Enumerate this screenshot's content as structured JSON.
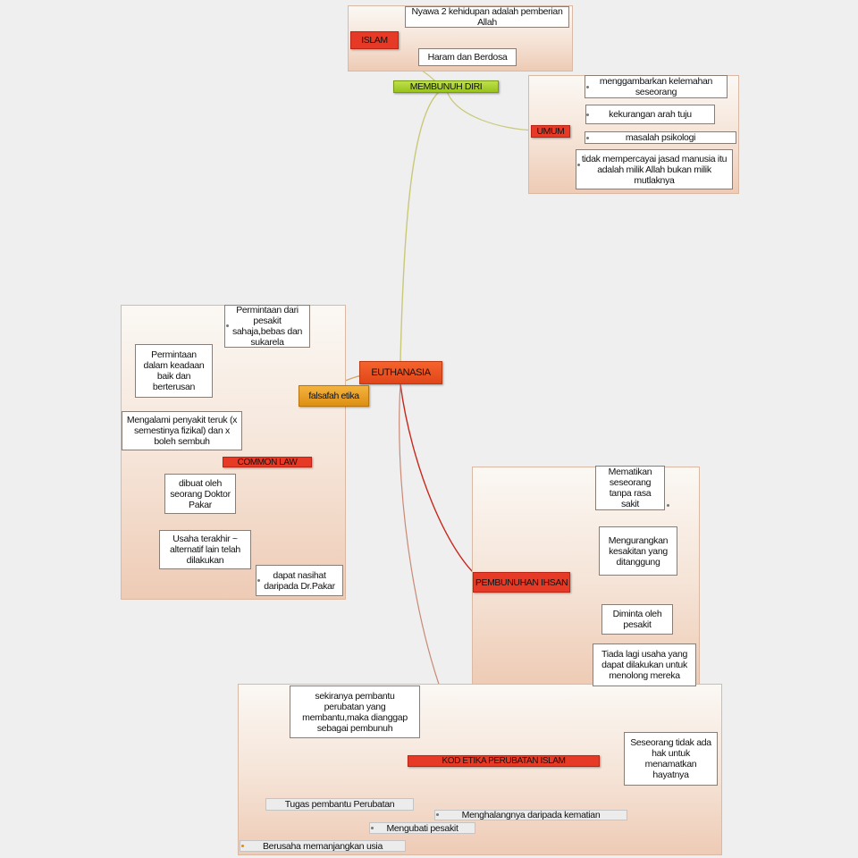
{
  "center": "EUTHANASIA",
  "membunuh_diri": {
    "label": "MEMBUNUH DIRI",
    "islam": {
      "label": "ISLAM",
      "items": [
        "Nyawa 2 kehidupan  adalah pemberian Allah",
        "Haram dan Berdosa"
      ]
    },
    "umum": {
      "label": "UMUM",
      "items": [
        "menggambarkan kelemahan seseorang",
        "kekurangan arah tuju",
        "masalah psikologi",
        "tidak mempercayai jasad manusia itu adalah milik Allah bukan milik mutlaknya"
      ]
    }
  },
  "falsafah": {
    "label": "falsafah etika",
    "common_law": {
      "label": "COMMON LAW",
      "items": [
        "Permintaan dari pesakit sahaja,bebas dan sukarela",
        "Permintaan dalam keadaan baik dan berterusan",
        "Mengalami penyakit teruk (x semestinya fizikal) dan x boleh sembuh",
        "dibuat oleh seorang Doktor Pakar",
        "Usaha terakhir ~ alternatif lain telah dilakukan",
        "dapat nasihat daripada Dr.Pakar"
      ]
    }
  },
  "pembunuhan": {
    "label": "PEMBUNUHAN IHSAN",
    "items": [
      "Mematikan seseorang tanpa rasa sakit",
      "Mengurangkan kesakitan yang ditanggung",
      "Diminta oleh pesakit",
      "Tiada lagi usaha yang dapat dilakukan untuk menolong mereka"
    ]
  },
  "kod": {
    "label": "KOD ETIKA PERUBATAN ISLAM",
    "right_item": "Seseorang tidak ada hak untuk menamatkan hayatnya",
    "top_item": "sekiranya pembantu perubatan yang membantu,maka dianggap sebagai pembunuh",
    "tugas": {
      "label": "Tugas pembantu Perubatan",
      "items": [
        "Menghalangnya daripada kematian",
        "Mengubati pesakit",
        "Berusaha memanjangkan usia"
      ]
    }
  },
  "colors": {
    "red_tag": "#e63a26",
    "center_tag": "#f6632c",
    "falsafah_tag": "#f4b33e",
    "membunuh_tag": "#bfe04a",
    "link_red": "#c8281c",
    "link_olive": "#c9c878"
  }
}
